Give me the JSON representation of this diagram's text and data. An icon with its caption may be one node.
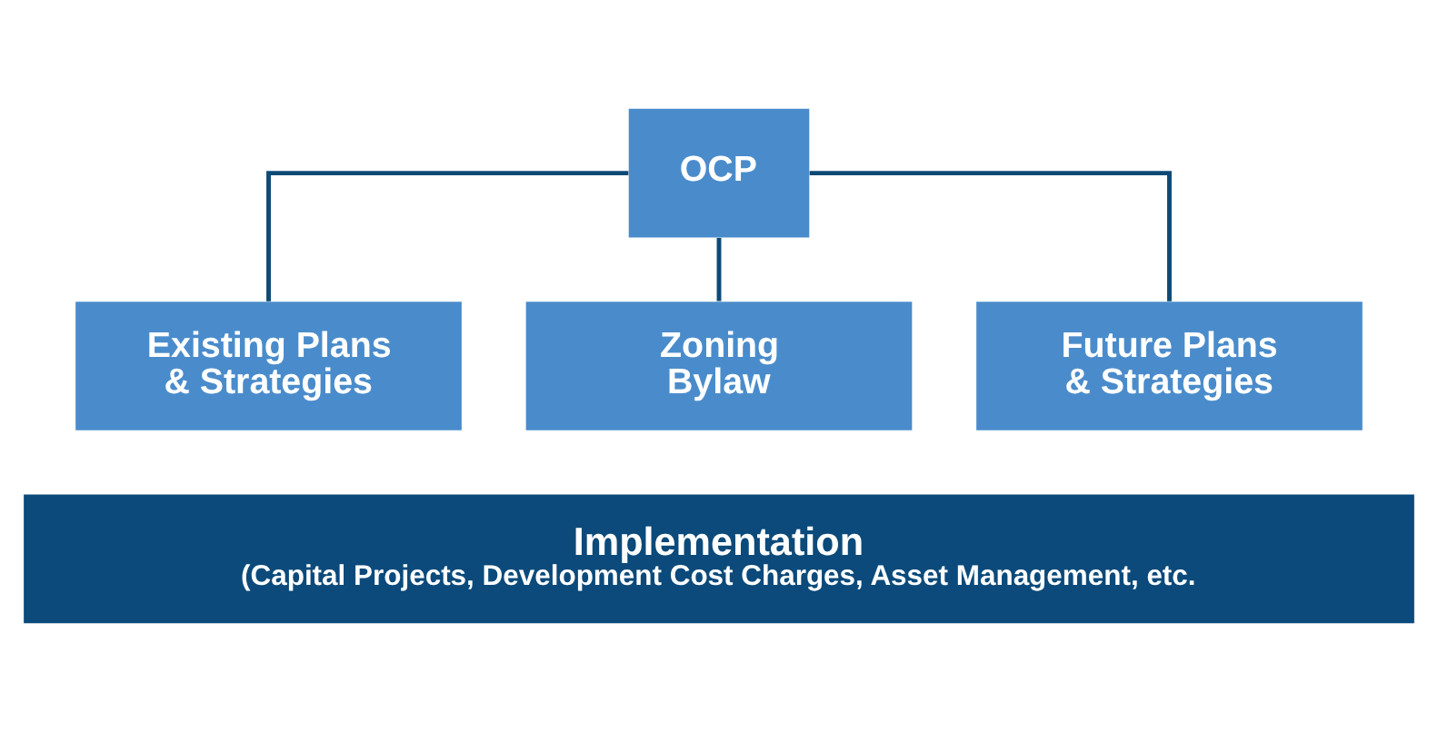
{
  "diagram": {
    "nodes": [
      {
        "text": [
          "OCP"
        ]
      },
      {
        "text": [
          "Existing Plans & Strategies"
        ]
      },
      {
        "text": [
          "Zoning Bylaw"
        ]
      },
      {
        "text": [
          "Future Plans & Strategies"
        ]
      },
      {
        "text": [
          "Implementation",
          "(Capital Projects, Development Cost Charges, Asset Management, etc."
        ]
      }
    ],
    "edges": [
      {
        "from": 0,
        "to": 1,
        "arrow": "none"
      },
      {
        "from": 0,
        "to": 2,
        "arrow": "none"
      },
      {
        "from": 0,
        "to": 3,
        "arrow": "none"
      }
    ]
  }
}
